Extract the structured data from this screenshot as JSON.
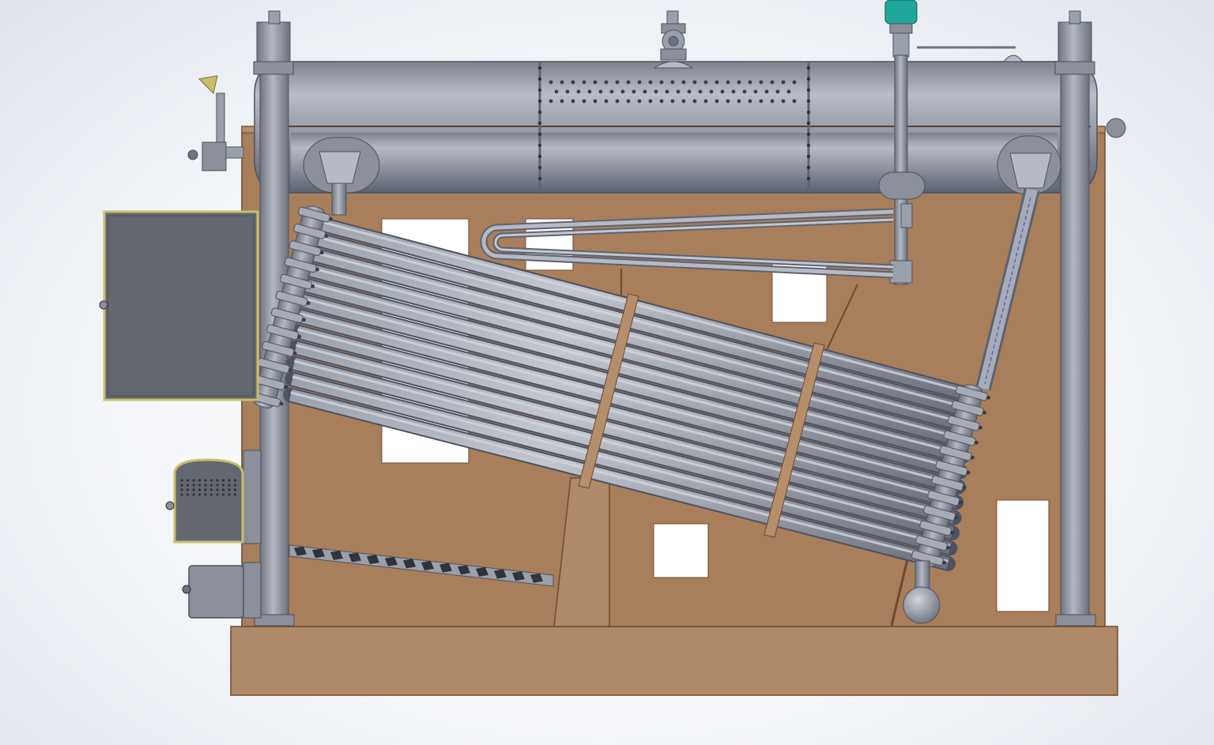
{
  "colors": {
    "casing": "#a97e5b",
    "casing_light": "#b08a68",
    "casing_edge": "#6e4a2e",
    "steel": "#8a8f99",
    "steel_light": "#b6bac4",
    "steel_dark": "#5e6370",
    "door": "#636770",
    "door_border": "#c8be6a",
    "window": "#ffffff",
    "valve_accent": "#1fa79a",
    "flow_line": "#3b5bd6"
  },
  "scene": {
    "tube_count": 12,
    "drum_rivet_rows": 3,
    "grate_bars": 14,
    "access_windows": 5
  }
}
